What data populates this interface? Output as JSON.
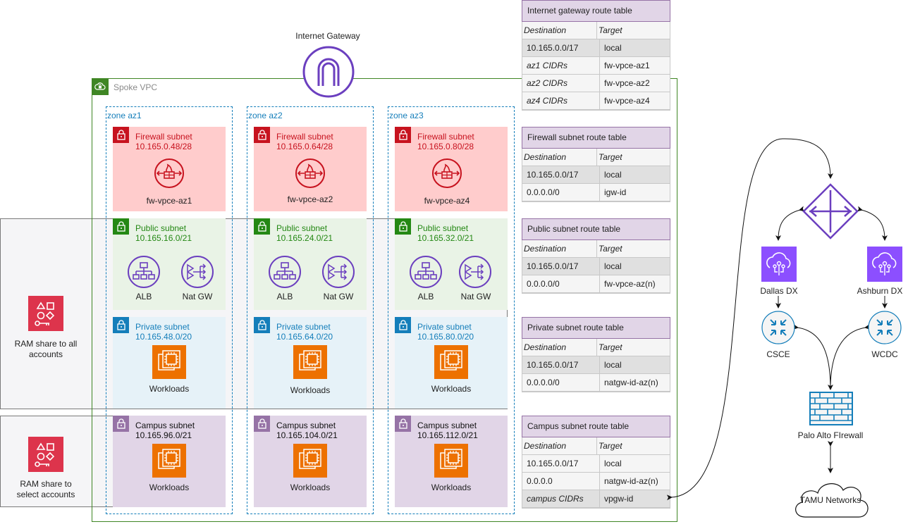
{
  "internet_gateway": {
    "label": "Internet Gateway"
  },
  "vpc": {
    "label": "Spoke VPC"
  },
  "zones": [
    {
      "label": "zone az1",
      "firewall": {
        "title": "Firewall subnet",
        "cidr": "10.165.0.48/28",
        "endpoint": "fw-vpce-az1"
      },
      "public": {
        "title": "Public subnet",
        "cidr": "10.165.16.0/21",
        "alb": "ALB",
        "nat": "Nat GW"
      },
      "private": {
        "title": "Private subnet",
        "cidr": "10.165.48.0/20",
        "workloads": "Workloads"
      },
      "campus": {
        "title": "Campus subnet",
        "cidr": "10.165.96.0/21",
        "workloads": "Workloads"
      }
    },
    {
      "label": "zone az2",
      "firewall": {
        "title": "Firewall subnet",
        "cidr": "10.165.0.64/28",
        "endpoint": "fw-vpce-az2"
      },
      "public": {
        "title": "Public subnet",
        "cidr": "10.165.24.0/21",
        "alb": "ALB",
        "nat": "Nat GW"
      },
      "private": {
        "title": "Private subnet",
        "cidr": "10.165.64.0/20",
        "workloads": "Workloads"
      },
      "campus": {
        "title": "Campus subnet",
        "cidr": "10.165.104.0/21",
        "workloads": "Workloads"
      }
    },
    {
      "label": "zone az3",
      "firewall": {
        "title": "Firewall subnet",
        "cidr": "10.165.0.80/28",
        "endpoint": "fw-vpce-az4"
      },
      "public": {
        "title": "Public subnet",
        "cidr": "10.165.32.0/21",
        "alb": "ALB",
        "nat": "Nat GW"
      },
      "private": {
        "title": "Private subnet",
        "cidr": "10.165.80.0/20",
        "workloads": "Workloads"
      },
      "campus": {
        "title": "Campus subnet",
        "cidr": "10.165.112.0/21",
        "workloads": "Workloads"
      }
    }
  ],
  "ram_shares": [
    {
      "label_line1": "RAM share to all",
      "label_line2": "accounts"
    },
    {
      "label_line1": "RAM share to",
      "label_line2": "select accounts"
    }
  ],
  "route_tables": [
    {
      "title": "Internet gateway route table",
      "header": [
        "Destination",
        "Target"
      ],
      "rows": [
        {
          "dest": "10.165.0.0/17",
          "target": "local",
          "italic": false
        },
        {
          "dest": "az1 CIDRs",
          "target": "fw-vpce-az1",
          "italic": true
        },
        {
          "dest": "az2 CIDRs",
          "target": "fw-vpce-az2",
          "italic": true
        },
        {
          "dest": "az4 CIDRs",
          "target": "fw-vpce-az4",
          "italic": true
        }
      ]
    },
    {
      "title": "Firewall subnet route table",
      "header": [
        "Destination",
        "Target"
      ],
      "rows": [
        {
          "dest": "10.165.0.0/17",
          "target": "local",
          "italic": false
        },
        {
          "dest": "0.0.0.0/0",
          "target": "igw-id",
          "italic": false
        }
      ]
    },
    {
      "title": "Public subnet route table",
      "header": [
        "Destination",
        "Target"
      ],
      "rows": [
        {
          "dest": "10.165.0.0/17",
          "target": "local",
          "italic": false
        },
        {
          "dest": "0.0.0.0/0",
          "target": "fw-vpce-az(n)",
          "italic": false
        }
      ]
    },
    {
      "title": "Private subnet route table",
      "header": [
        "Destination",
        "Target"
      ],
      "rows": [
        {
          "dest": "10.165.0.0/17",
          "target": "local",
          "italic": false
        },
        {
          "dest": "0.0.0.0/0",
          "target": "natgw-id-az(n)",
          "italic": false
        }
      ]
    },
    {
      "title": "Campus subnet route table",
      "header": [
        "Destination",
        "Target"
      ],
      "rows": [
        {
          "dest": "10.165.0.0/17",
          "target": "local",
          "italic": false
        },
        {
          "dest": "0.0.0.0",
          "target": "natgw-id-az(n)",
          "italic": false
        },
        {
          "dest": "campus CIDRs",
          "target": "vpgw-id",
          "italic": true
        }
      ]
    }
  ],
  "network": {
    "dallas_dx": "Dallas DX",
    "ashburn_dx": "Ashburn DX",
    "csce": "CSCE",
    "wcdc": "WCDC",
    "palo_alto": "Palo Alto FIrewall",
    "tamu": "TAMU Networks"
  },
  "colors": {
    "vpc_border": "#3f8624",
    "zone_border": "#147eba",
    "firewall_red": "#c7131f",
    "public_green": "#248814",
    "private_blue": "#147eba",
    "campus_purple": "#8c4fff",
    "ec2_orange": "#ed7100",
    "igw_purple": "#6b3fbf",
    "ram_red": "#dd344c",
    "network_teal": "#147eba"
  }
}
